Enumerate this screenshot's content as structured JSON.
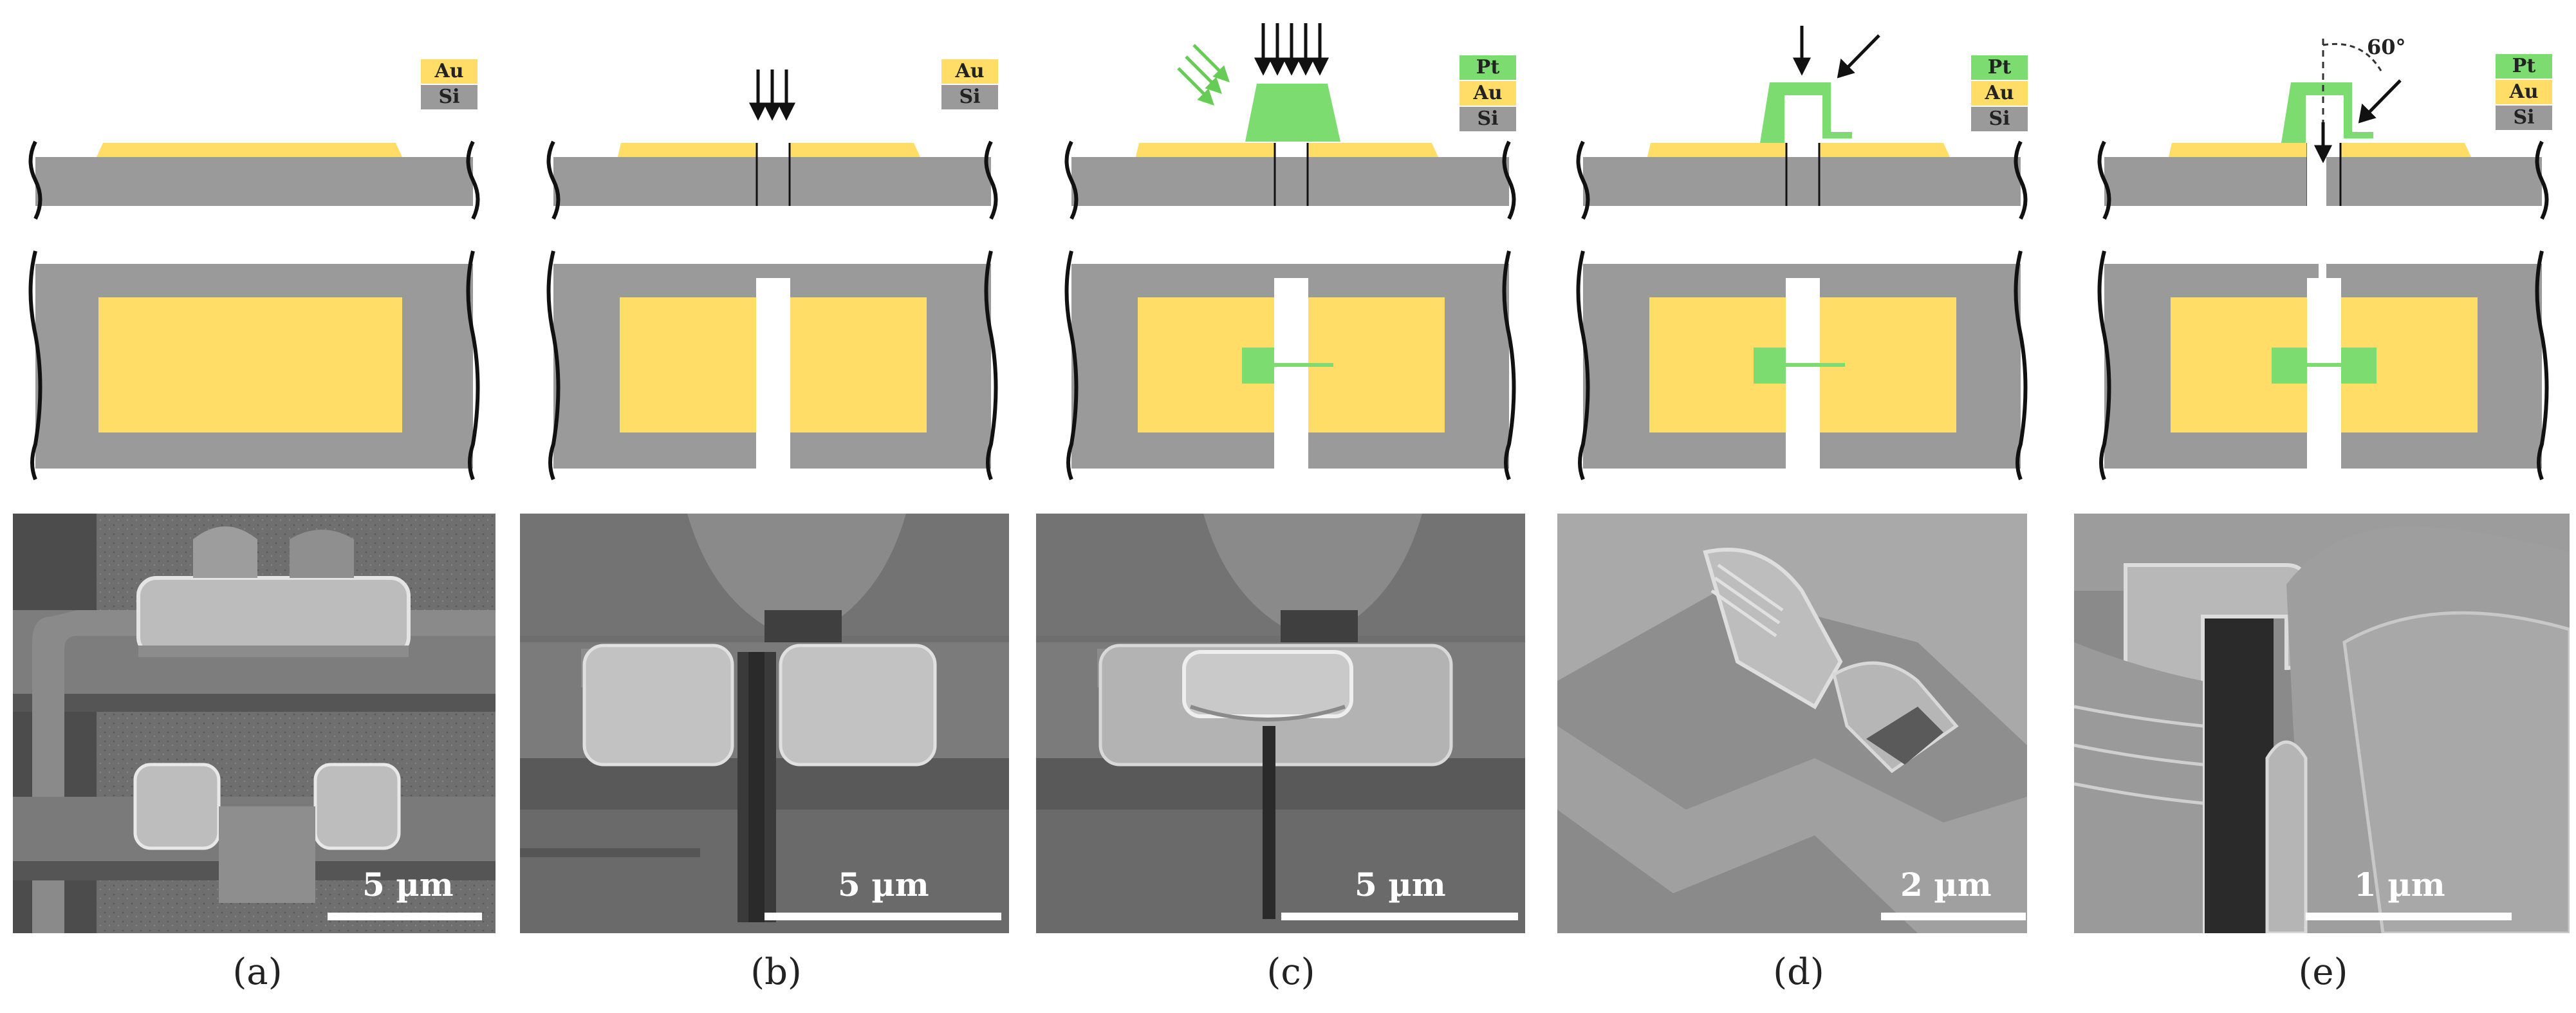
{
  "legend": {
    "au": "Au",
    "si": "Si",
    "pt": "Pt"
  },
  "colors": {
    "au": "#ffdd66",
    "si": "#9a9a9a",
    "pt": "#7ddc6f",
    "arrow": "#111111",
    "arrow_green": "#66cc55"
  },
  "angle_label": "60°",
  "panels": [
    {
      "caption": "(a)",
      "scale": "5 µm"
    },
    {
      "caption": "(b)",
      "scale": "5 µm"
    },
    {
      "caption": "(c)",
      "scale": "5 µm"
    },
    {
      "caption": "(d)",
      "scale": "2 µm"
    },
    {
      "caption": "(e)",
      "scale": "1 µm"
    }
  ]
}
